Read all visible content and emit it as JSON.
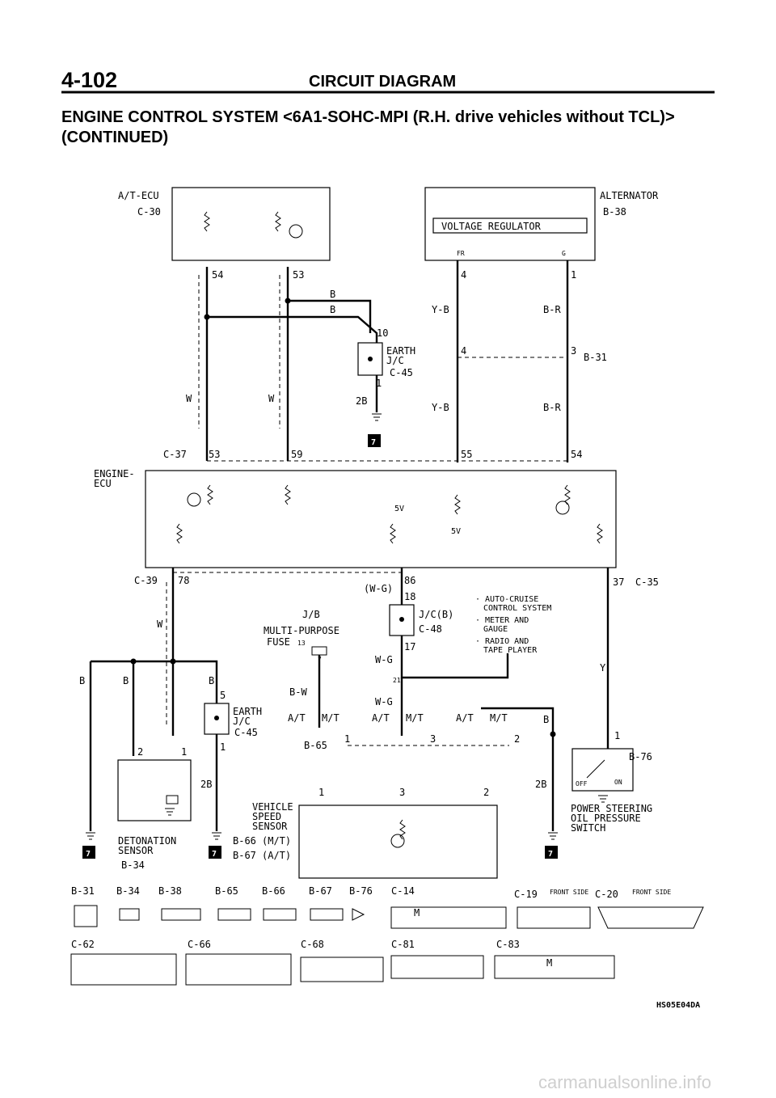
{
  "header": {
    "page_number": "4-102",
    "section": "CIRCUIT DIAGRAM",
    "title_line1": "ENGINE CONTROL SYSTEM <6A1-SOHC-MPI (R.H. drive vehicles without TCL)>",
    "title_line2": "(CONTINUED)"
  },
  "components": {
    "at_ecu": {
      "name": "A/T-ECU",
      "connector": "C-30"
    },
    "alternator": {
      "name": "ALTERNATOR",
      "connector": "B-38",
      "regulator": "VOLTAGE REGULATOR",
      "pin_fr": "FR",
      "pin_g": "G"
    },
    "engine_ecu": {
      "line1": "ENGINE-",
      "line2": "ECU"
    },
    "earth_jc_top": {
      "line1": "EARTH",
      "line2": "J/C",
      "connector": "C-45"
    },
    "earth_jc_low": {
      "line1": "EARTH",
      "line2": "J/C",
      "connector": "C-45"
    },
    "jb": {
      "line1": "J/B",
      "line2": "MULTI-PURPOSE",
      "line3": "FUSE",
      "fuse_no": "13"
    },
    "jc_b": {
      "name": "J/C(B)",
      "connector": "C-48"
    },
    "notes": [
      {
        "line1": "· AUTO-CRUISE",
        "line2": "CONTROL SYSTEM"
      },
      {
        "line1": "· METER AND",
        "line2": "GAUGE"
      },
      {
        "line1": "· RADIO AND",
        "line2": "TAPE PLAYER"
      }
    ],
    "detonation": {
      "line1": "DETONATION",
      "line2": "SENSOR",
      "connector": "B-34"
    },
    "vss": {
      "line1": "VEHICLE",
      "line2": "SPEED",
      "line3": "SENSOR",
      "conn_mt": "B-66",
      "conn_mt_note": "(M/T)",
      "conn_at": "B-67",
      "conn_at_note": "(A/T)"
    },
    "ps_switch": {
      "line1": "POWER STEERING",
      "line2": "OIL PRESSURE",
      "line3": "SWITCH",
      "connector": "B-76",
      "off": "OFF",
      "on": "ON"
    },
    "five_v": "5V",
    "earth_symbol_label": "7"
  },
  "connectors": {
    "c37": "C-37",
    "c39": "C-39",
    "c35": "C-35",
    "b31": "B-31",
    "b65": "B-65"
  },
  "pins": {
    "p54": "54",
    "p53": "53",
    "p10": "10",
    "p1": "1",
    "p2b": "2B",
    "p4": "4",
    "p3": "3",
    "p59": "59",
    "p55": "55",
    "p78": "78",
    "p86": "86",
    "p18": "18",
    "p17": "17",
    "p37": "37",
    "p5": "5",
    "p2": "2",
    "p21": "21",
    "p7": "7"
  },
  "wires": {
    "b": "B",
    "yb": "Y-B",
    "br": "B-R",
    "w": "W",
    "wg": "W-G",
    "wg_paren": "(W-G)",
    "bw": "B-W",
    "y": "Y",
    "at": "A/T",
    "mt": "M/T"
  },
  "connector_legend": {
    "row1": [
      "B-31",
      "B-34",
      "B-38",
      "B-65",
      "B-66",
      "B-67",
      "B-76",
      "C-14",
      "C-19",
      "C-20"
    ],
    "front_side": "FRONT SIDE",
    "row2": [
      "C-62",
      "C-66",
      "C-68",
      "C-81",
      "C-83"
    ],
    "m_mark": "M"
  },
  "figure_code": "HS05E04DA",
  "watermark": "carmanualsonline.info"
}
